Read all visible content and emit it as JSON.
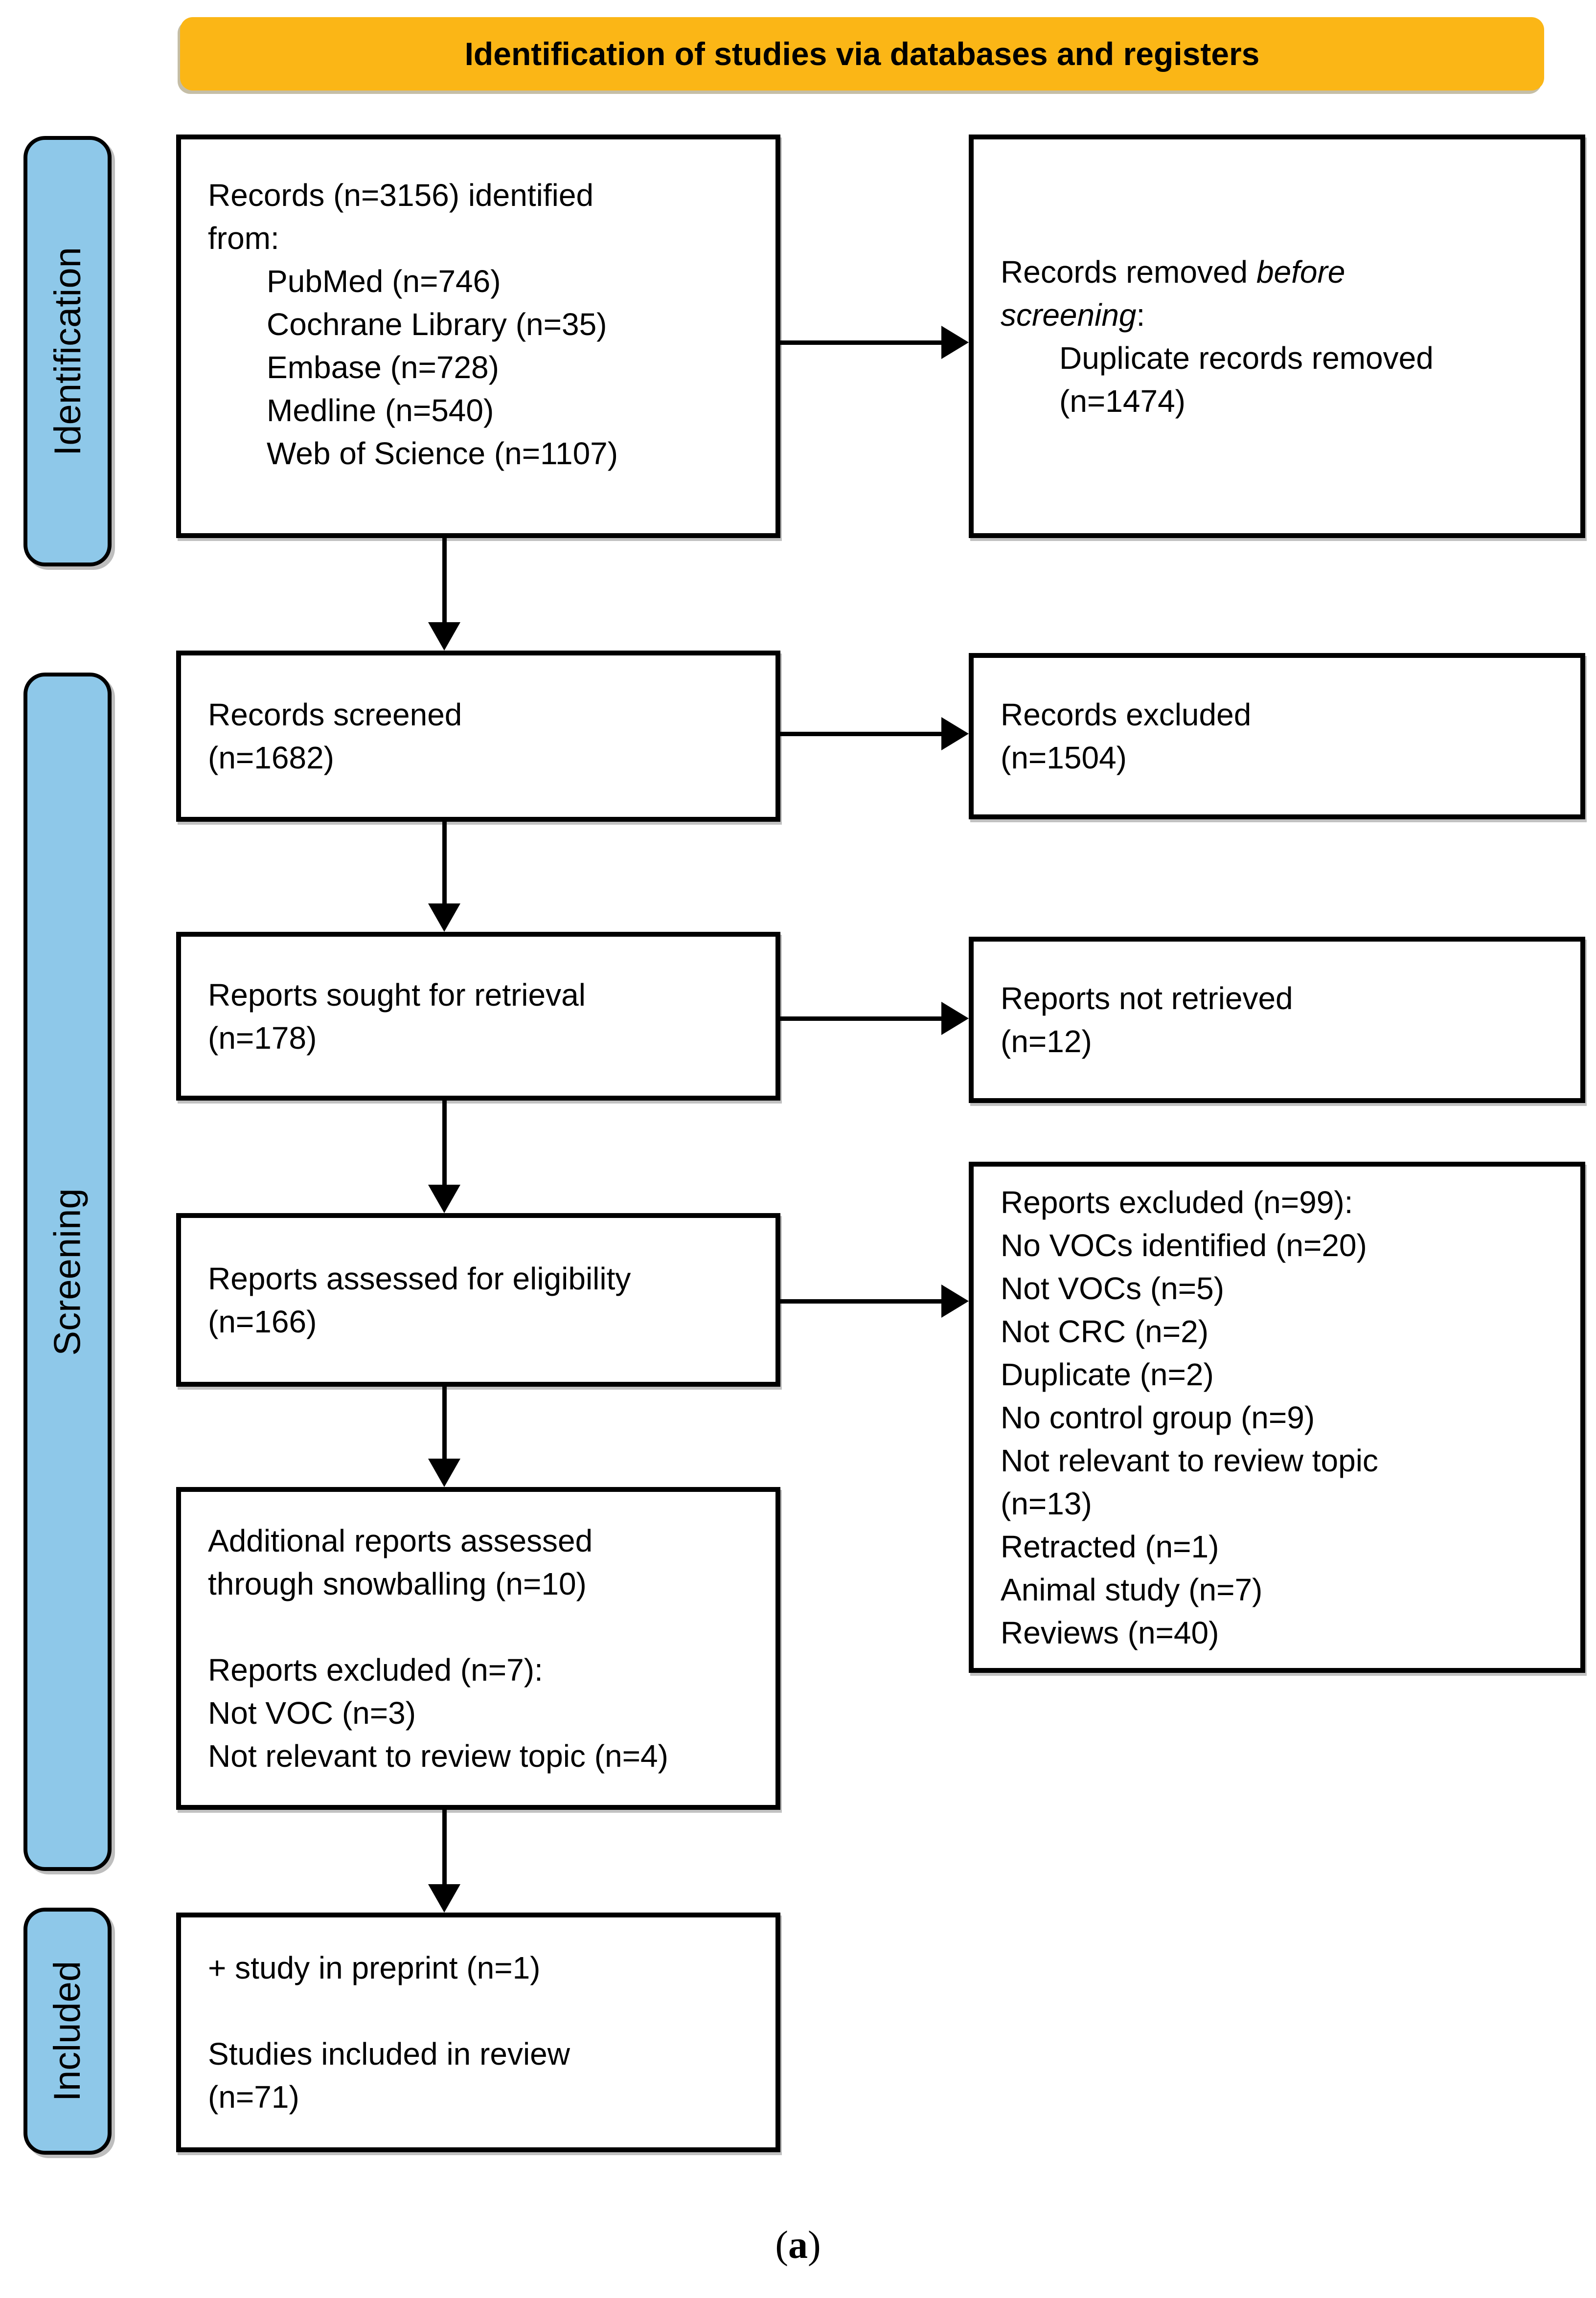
{
  "figure": {
    "banner_title": "Identification of studies via databases and registers",
    "caption": {
      "open": "(",
      "letter": "a",
      "close": ")"
    }
  },
  "sidebar": {
    "identification_label": "Identification",
    "screening_label": "Screening",
    "included_label": "Included"
  },
  "colors": {
    "banner_bg": "#FBB616",
    "sidebar_bg": "#8EC8E9",
    "box_border": "#000000",
    "box_bg": "#FFFFFF"
  },
  "boxes": {
    "records_identified": {
      "intro_lines": [
        "Records (n=3156) identified",
        "from:"
      ],
      "sources": [
        "PubMed (n=746)",
        "Cochrane Library (n=35)",
        "Embase (n=728)",
        "Medline (n=540)",
        "Web of Science (n=1107)"
      ]
    },
    "records_removed": {
      "line1_regular": "Records removed ",
      "line1_italic": "before",
      "line2_italic": "screening",
      "line2_regular": ":",
      "detail_lines": [
        "Duplicate records removed",
        "(n=1474)"
      ]
    },
    "records_screened": {
      "lines": [
        "Records screened",
        "(n=1682)"
      ]
    },
    "records_excluded": {
      "lines": [
        "Records excluded",
        "(n=1504)"
      ]
    },
    "reports_sought": {
      "lines": [
        "Reports sought for retrieval",
        "(n=178)"
      ]
    },
    "reports_not_retrieved": {
      "lines": [
        "Reports not retrieved",
        "(n=12)"
      ]
    },
    "reports_assessed": {
      "lines": [
        "Reports assessed for eligibility",
        "(n=166)"
      ]
    },
    "reports_excluded": {
      "lines": [
        "Reports excluded (n=99):",
        "No VOCs identified (n=20)",
        "Not VOCs (n=5)",
        "Not CRC (n=2)",
        "Duplicate (n=2)",
        "No control group (n=9)",
        "Not relevant to review topic",
        "(n=13)",
        "Retracted (n=1)",
        "Animal study (n=7)",
        "Reviews (n=40)"
      ]
    },
    "snowballing": {
      "lines": [
        "Additional reports assessed",
        "through snowballing (n=10)",
        "",
        "Reports excluded (n=7):",
        "Not VOC (n=3)",
        "Not relevant to review topic (n=4)"
      ]
    },
    "included_studies": {
      "lines": [
        "+ study in preprint (n=1)",
        "",
        "Studies included in review",
        "(n=71)"
      ]
    }
  }
}
